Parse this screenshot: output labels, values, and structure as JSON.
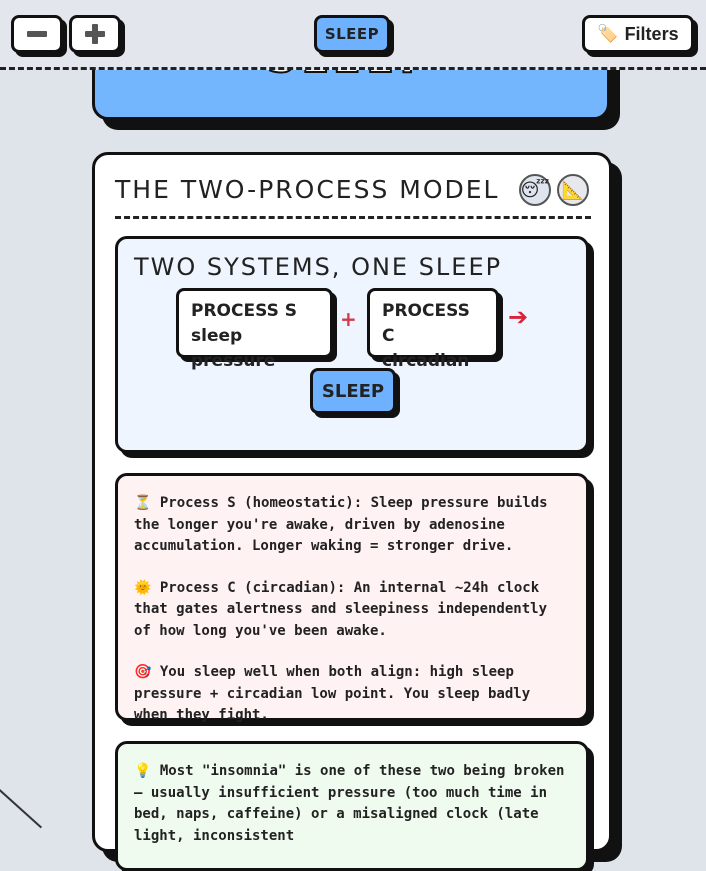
{
  "toolbar": {
    "zoom_out_label": "−",
    "zoom_in_label": "+",
    "topic_label": "SLEEP",
    "filters_icon": "🏷️",
    "filters_label": "Filters"
  },
  "previous_card": {
    "title": "SLEEP"
  },
  "card": {
    "title": "THE TWO-PROCESS MODEL",
    "badges": {
      "sleepy": "😴",
      "ruler": "📐"
    },
    "diagram": {
      "title": "TWO SYSTEMS, ONE SLEEP",
      "node_s": {
        "line1": "PROCESS S",
        "line2": "sleep pressure"
      },
      "plus": "+",
      "node_c": {
        "line1": "PROCESS C",
        "line2": "circadian"
      },
      "arrow": "➔",
      "result": "SLEEP"
    },
    "info": {
      "p1_icon": "⏳",
      "p1_text": "Process S (homeostatic): Sleep pressure builds the longer you're awake, driven by adenosine accumulation. Longer waking = stronger drive.",
      "p2_icon": "🌞",
      "p2_text": "Process C (circadian): An internal ~24h clock that gates alertness and sleepiness independently of how long you've been awake.",
      "p3_icon": "🎯",
      "p3_text": "You sleep well when both align: high sleep pressure + circadian low point. You sleep badly when they fight."
    },
    "tip": {
      "icon": "💡",
      "text": "Most \"insomnia\" is one of these two being broken — usually insufficient pressure (too much time in bed, naps, caffeine) or a misaligned clock (late light, inconsistent"
    }
  },
  "colors": {
    "accent_blue": "#6eb2ff",
    "info_bg": "#fff2f2",
    "tip_bg": "#f0fbef",
    "diagram_bg": "#eef5ff"
  }
}
